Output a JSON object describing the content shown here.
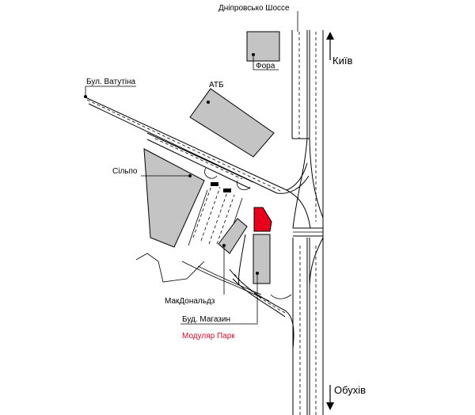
{
  "labels": {
    "dniprovske": "Дніпровсько Шоссе",
    "fora": "Фора",
    "kyiv": "Київ",
    "vatutina": "Бул. Ватутіна",
    "atb": "АТБ",
    "silpo": "Сільпо",
    "mcdonalds": "МакДональдз",
    "bud_magazyn": "Буд. Магазин",
    "modular_park": "Модуляр Парк",
    "obukhiv": "Обухів"
  },
  "colors": {
    "building_fill": "#c4c4c4",
    "highlight": "#e8001c",
    "highlight_text": "#c8102e",
    "line": "#000000"
  },
  "icons": {
    "north_arrow": "arrow-up-icon",
    "south_arrow": "arrow-down-icon"
  }
}
